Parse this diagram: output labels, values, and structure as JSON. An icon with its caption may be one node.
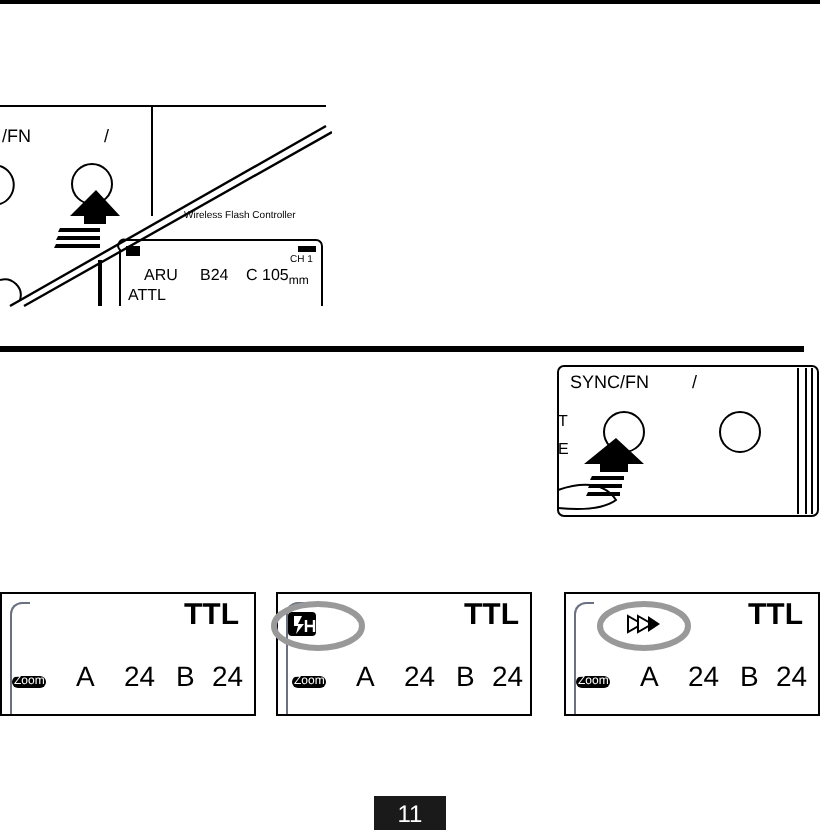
{
  "diagram": {
    "labels": [
      "/FN",
      "/",
      "Wireless Flash Controller",
      "CH 1",
      "ARU",
      "B24",
      "C 105$_{mm}$",
      "ATTL",
      "SYNC/FN",
      "/",
      "T",
      "E",
      "TTL",
      "Zoom",
      "A",
      "24",
      "B",
      "24",
      "TTL",
      "Zoom",
      "A",
      "24",
      "B",
      "24",
      "TTL",
      "Zoom",
      "A",
      "24",
      "B",
      "24",
      "11"
    ]
  }
}
